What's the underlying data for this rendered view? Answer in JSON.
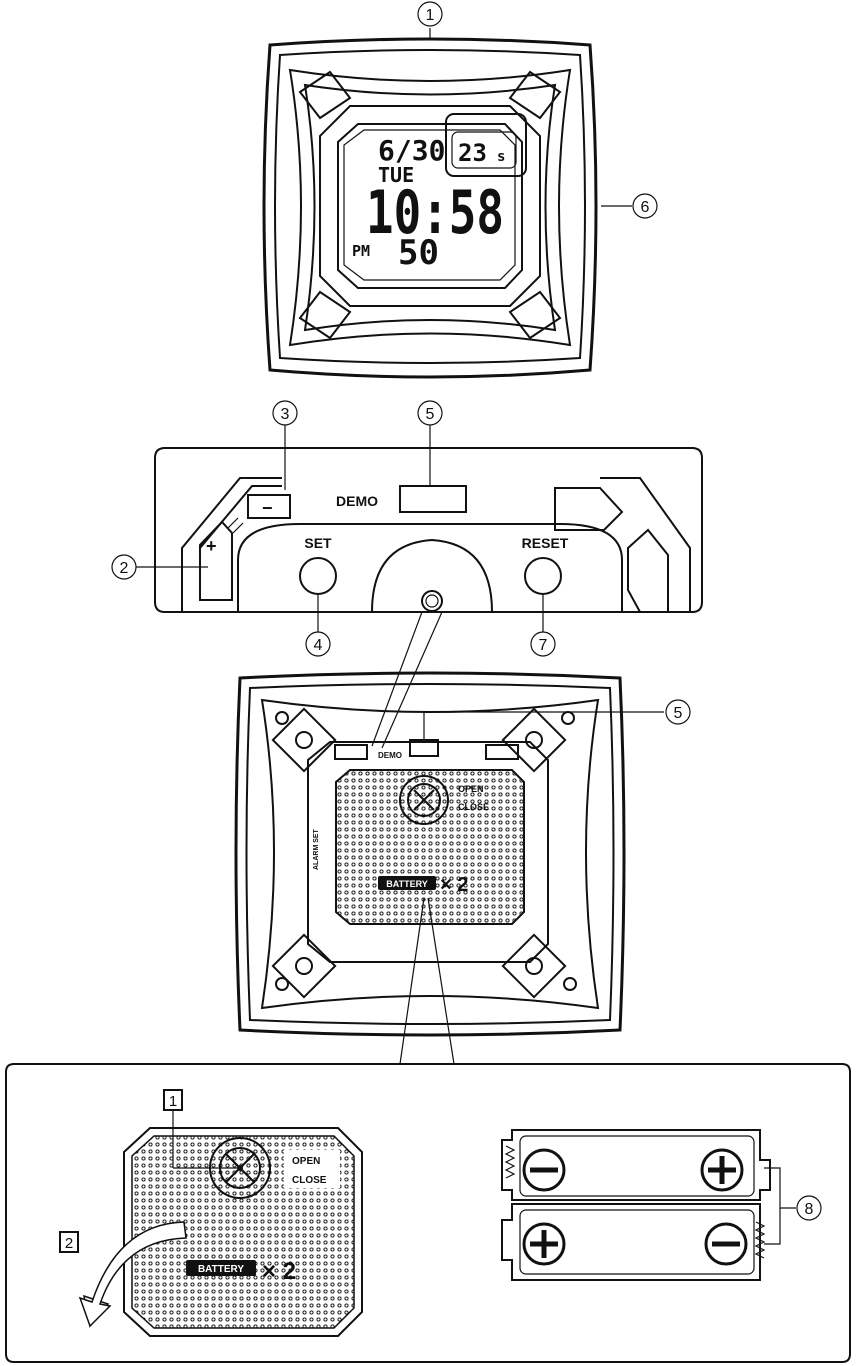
{
  "colors": {
    "ink": "#111111",
    "paper": "#ffffff",
    "battery_label_bg": "#111111"
  },
  "callouts": [
    "1",
    "2",
    "3",
    "4",
    "5",
    "6",
    "7",
    "8"
  ],
  "watch_front": {
    "display": {
      "date": "6/30",
      "day": "TUE",
      "time": "10:58",
      "seconds": "23",
      "seconds_unit": "s",
      "ampm": "PM",
      "bottom": "50"
    }
  },
  "button_panel": {
    "demo": "DEMO",
    "set": "SET",
    "reset": "RESET",
    "minus": "−",
    "plus": "+"
  },
  "watch_back": {
    "demo": "DEMO",
    "open": "OPEN",
    "close": "CLOSE",
    "alarm_set": "ALARM SET",
    "battery": "BATTERY",
    "multiplier": "× 2"
  },
  "steps": [
    "1",
    "2"
  ],
  "battery_detail": {
    "battery": "BATTERY",
    "multiplier": "× 2",
    "open": "OPEN",
    "close": "CLOSE"
  },
  "battery_compartment": {
    "minus": "−",
    "plus": "+"
  }
}
